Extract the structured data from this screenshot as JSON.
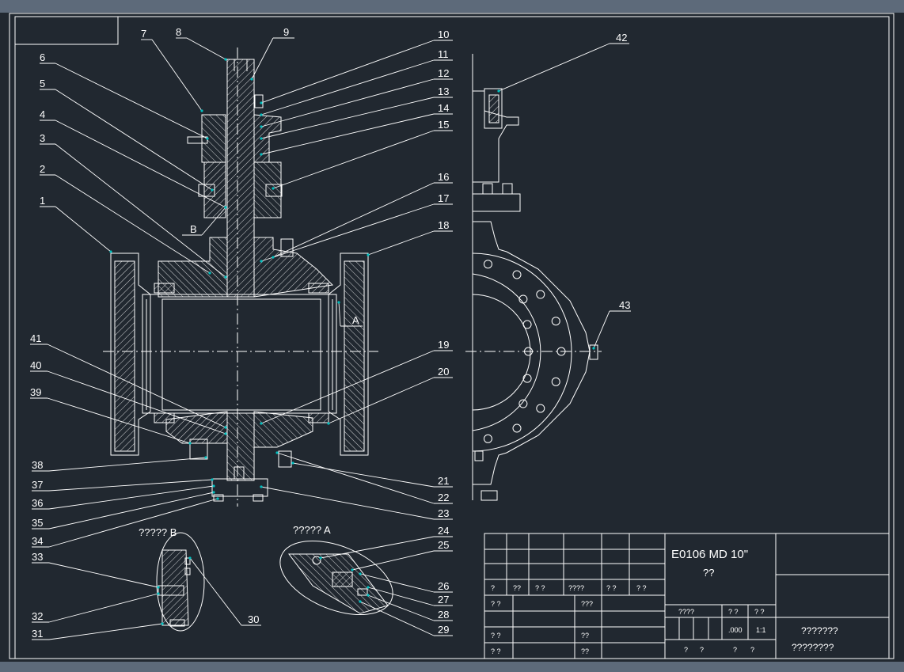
{
  "callouts_left": [
    "1",
    "2",
    "3",
    "4",
    "5",
    "6",
    "7",
    "8",
    "9",
    "B",
    "33",
    "32",
    "31",
    "34",
    "35",
    "36",
    "37",
    "38",
    "39",
    "40",
    "41"
  ],
  "callouts_right": [
    "10",
    "11",
    "12",
    "13",
    "14",
    "15",
    "16",
    "17",
    "18",
    "19",
    "20",
    "21",
    "22",
    "23",
    "42",
    "43",
    "A",
    "24",
    "25",
    "26",
    "27",
    "28",
    "29",
    "30"
  ],
  "detail_b_title": "????? B",
  "detail_a_title": "????? A",
  "title_block": {
    "drawing_no": "E0106  MD  10\"",
    "drawing_sub": "??",
    "scale": "1:1",
    "weight": ".000",
    "company_1": "???????",
    "company_2": "????????",
    "labels": [
      "?",
      "??",
      "? ?",
      "????",
      "? ?",
      "? ?",
      "? ?",
      "???",
      "? ?",
      "??",
      "? ?",
      "??",
      "????",
      "? ?",
      "? ?",
      "?",
      "?",
      "?",
      "?"
    ]
  },
  "colors": {
    "line": "#ffffff",
    "leader": "#ffffff",
    "node": "#00c0c0",
    "background": "#212830",
    "bar": "#5d6a7a"
  }
}
